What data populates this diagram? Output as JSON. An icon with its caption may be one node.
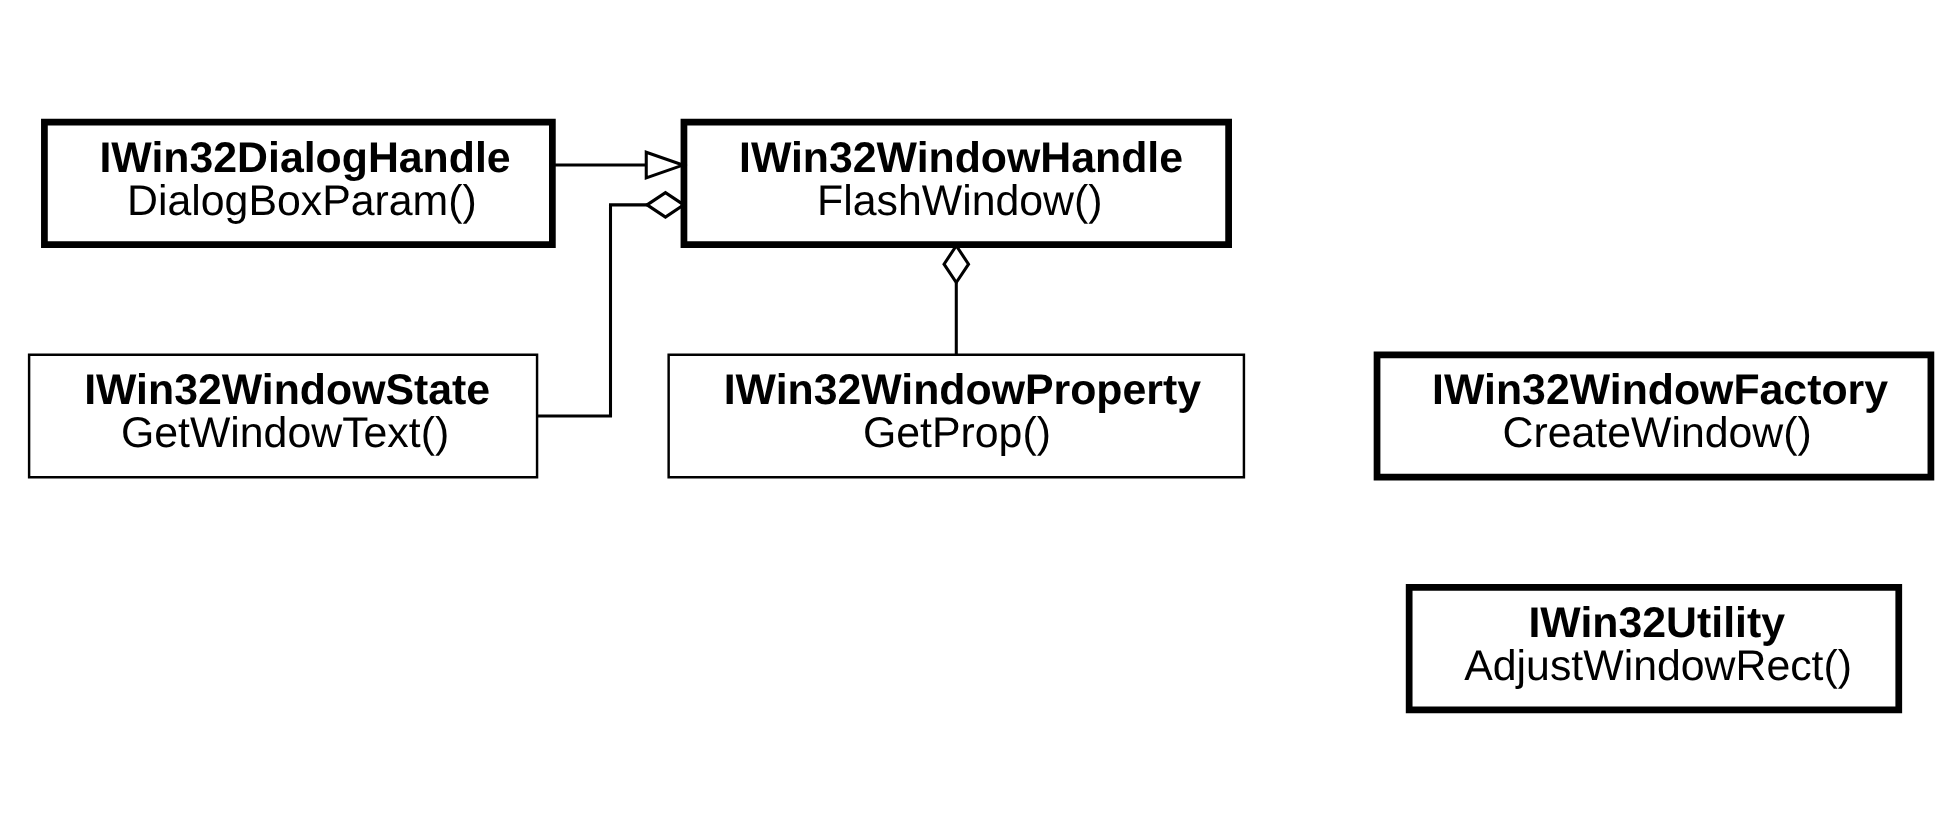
{
  "diagram": {
    "nodes": [
      {
        "text": [
          "IWin32WindowHandle",
          "FlashWindow()"
        ]
      },
      {
        "text": [
          "IWin32DialogHandle",
          "DialogBoxParam()"
        ]
      },
      {
        "text": [
          "IWin32WindowState",
          "GetWindowText()"
        ]
      },
      {
        "text": [
          "IWin32WindowProperty",
          "GetProp()"
        ]
      },
      {
        "text": [
          "IWin32WindowFactory",
          "CreateWindow()"
        ]
      },
      {
        "text": [
          "IWin32Utility",
          "AdjustWindowRect()"
        ]
      }
    ],
    "edges": [
      {
        "from": 1,
        "to": 0,
        "arrow": "to"
      },
      {
        "from": 0,
        "to": 2,
        "arrow": "other"
      },
      {
        "from": 0,
        "to": 3,
        "arrow": "other"
      }
    ]
  }
}
